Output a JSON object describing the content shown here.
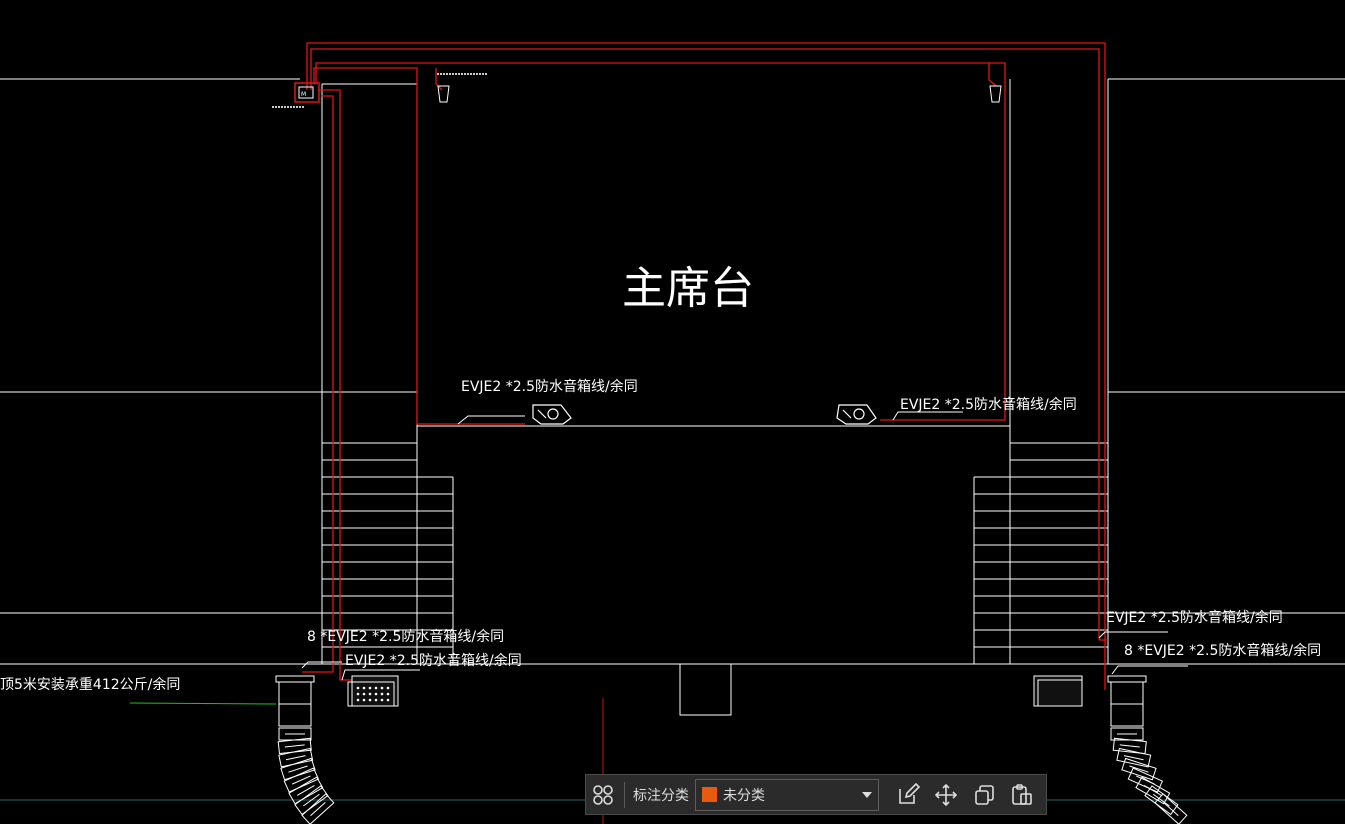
{
  "drawing": {
    "title": "主席台",
    "labels": {
      "evje_left": "EVJE2 *2.5防水音箱线/余同",
      "evje_right": "EVJE2 *2.5防水音箱线/余同",
      "eight_left": "8 *EVJE2 *2.5防水音箱线/余同",
      "evje_bottom_left": "EVJE2 *2.5防水音箱线/余同",
      "install_note": "顶5米安装承重412公斤/余同",
      "evje_right_lower": "EVJE2 *2.5防水音箱线/余同",
      "eight_right": "8 *EVJE2 *2.5防水音箱线/余同"
    },
    "colors": {
      "background": "#000000",
      "lines": "#ffffff",
      "wiring": "#e01515",
      "leader": "#21c021",
      "crosshair": "#c81010"
    }
  },
  "toolbar": {
    "grid_icon": "grid-four-circles-icon",
    "category_label": "标注分类",
    "category_value": "未分类",
    "category_color": "#e85a10",
    "icons": [
      "edit-icon",
      "move-icon",
      "copy-icon",
      "paste-icon"
    ]
  }
}
